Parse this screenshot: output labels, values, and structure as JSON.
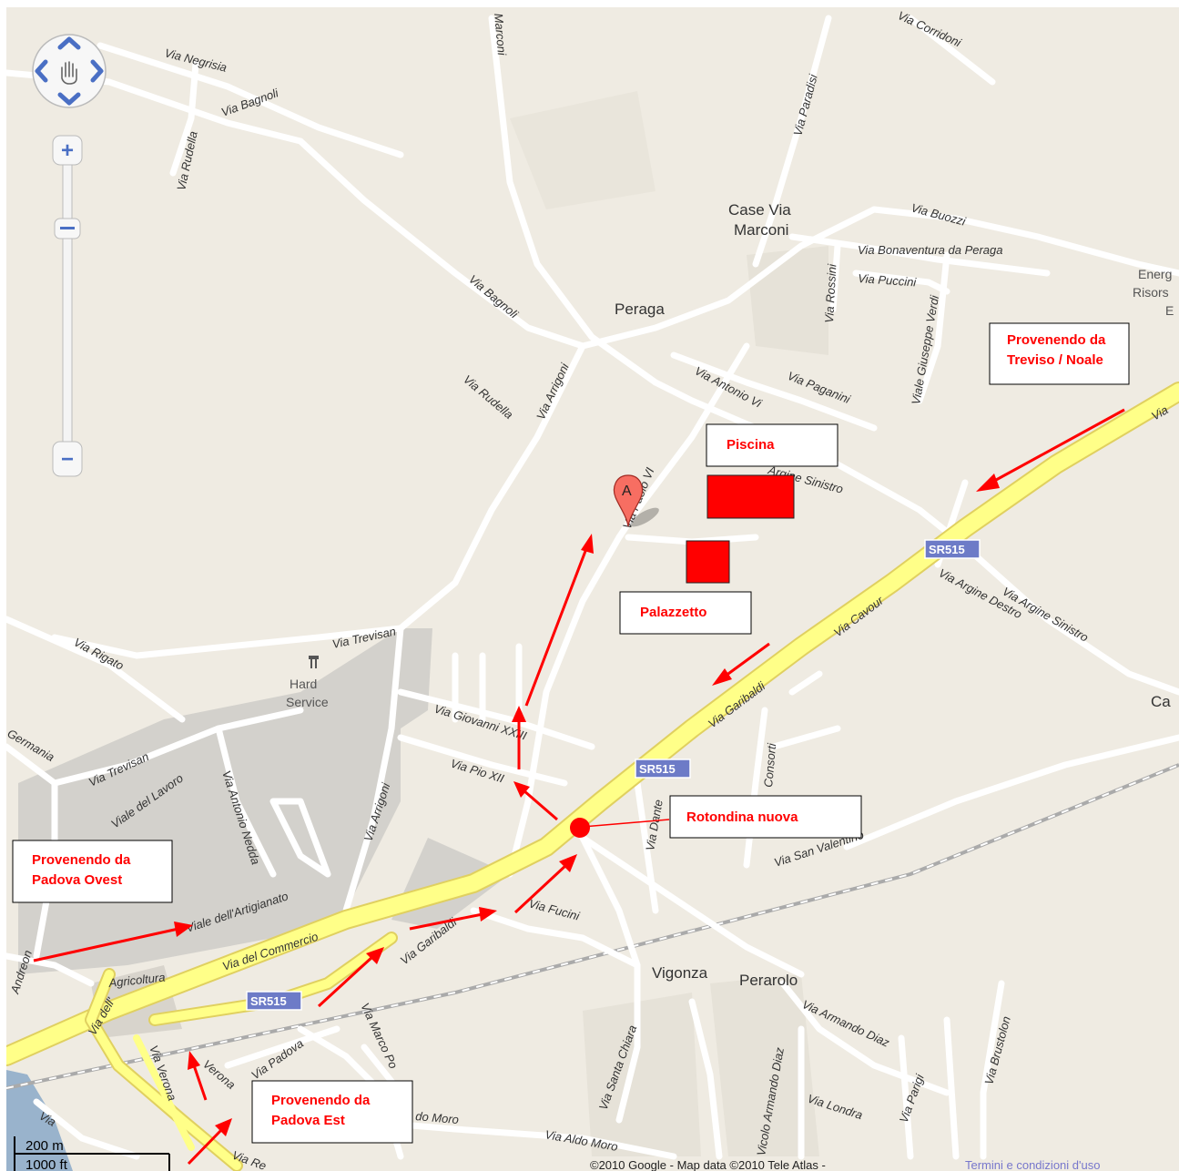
{
  "colors": {
    "background": "#efebe2",
    "road": "#ffffff",
    "highway": "#ffff88",
    "highway_edge": "#e0d060",
    "industrial": "#d3d1cc",
    "annotation": "#ff0000",
    "shield": "#6d7bc7",
    "water": "#99b3cc"
  },
  "controls": {
    "pan_icon": "pan-hand-icon",
    "zoom_in_label": "+",
    "zoom_out_label": "−"
  },
  "places": {
    "case_via_marconi_1": "Case Via",
    "case_via_marconi_2": "Marconi",
    "peraga": "Peraga",
    "vigonza": "Vigonza",
    "perarolo": "Perarolo",
    "hard_service_1": "Hard",
    "hard_service_2": "Service",
    "energ_1": "Energ",
    "energ_2": "Risors",
    "energ_3": "E",
    "ca": "Ca"
  },
  "roads": {
    "negrisia": "Via Negrisia",
    "bagnoli_top": "Via Bagnoli",
    "rudella_top": "Via Rudella",
    "marconi": "Marconi",
    "corridoni": "Via Corridoni",
    "paradisi": "Via Paradisi",
    "buozzi": "Via Buozzi",
    "bonaventura": "Via Bonaventura da Peraga",
    "puccini": "Via Puccini",
    "rossini": "Via Rossini",
    "verdi": "Viale Giuseppe Verdi",
    "bagnoli_mid": "Via Bagnoli",
    "rudella_mid": "Via Rudella",
    "arrigoni_top": "Via Arrigoni",
    "antonio": "Via Antonio Vi",
    "paganini": "Via Paganini",
    "paolo": "Via Paolo VI",
    "argine_sinistro_1": "Argine Sinistro",
    "argine_destro": "Via Argine Destro",
    "argine_sinistro_2": "Via Argine Sinistro",
    "via_v": "Via",
    "cavour": "Via Cavour",
    "garibaldi": "Via Garibaldi",
    "trevisan_1": "Via Trevisan",
    "rigato": "Via Rigato",
    "giovanni": "Via Giovanni XXIII",
    "pio": "Via Pio XII",
    "germania": "Germania",
    "trevisan_2": "Via Trevisan",
    "lavoro": "Viale del Lavoro",
    "antonio_nedda": "Via Antonio Nedda",
    "arrigoni_bottom": "Via Arrigoni",
    "consorti": "Consorti",
    "dante": "Via Dante",
    "valentino": "Via San Valentino",
    "artigianato": "Viale dell'Artigianato",
    "fucini": "Via Fucini",
    "commercio": "Via del Commercio",
    "garibaldi_2": "Via Garibaldi",
    "agricoltura": "Agricoltura",
    "andreon": "Andreon",
    "dell": "Via dell'",
    "verona_1": "Via Verona",
    "verona_2": "Verona",
    "padova": "Via Padova",
    "marco": "Via Marco Po",
    "santa_chiara": "Via Santa Chiara",
    "armando_1": "Vicolo Armando Diaz",
    "armando_2": "Via Armando Diaz",
    "londra": "Via Londra",
    "parigi": "Via Parigi",
    "brustolon": "Via Brustolon",
    "aldo_1": "do Moro",
    "aldo_2": "Via Aldo Moro",
    "via_re": "Via Re",
    "via_bl": "Via",
    "rotonda_road": "Via",
    "shield_1": "SR515",
    "shield_2": "SR515",
    "shield_3": "SR515",
    "via_top_edge": "Via",
    "via_right_top": "Via"
  },
  "annotations": {
    "provenendo_treviso_1": "Provenendo da",
    "provenendo_treviso_2": "Treviso / Noale",
    "piscina": "Piscina",
    "palazzetto": "Palazzetto",
    "rotondina": "Rotondina nuova",
    "provenendo_ovest_1": "Provenendo da",
    "provenendo_ovest_2": "Padova Ovest",
    "provenendo_est_1": "Provenendo da",
    "provenendo_est_2": "Padova Est",
    "marker_letter": "A"
  },
  "scale": {
    "metric": "200 m",
    "imperial": "1000 ft"
  },
  "copyright": {
    "text": "©2010 Google - Map data ©2010 Tele Atlas -",
    "link": "Termini e condizioni d'uso"
  }
}
